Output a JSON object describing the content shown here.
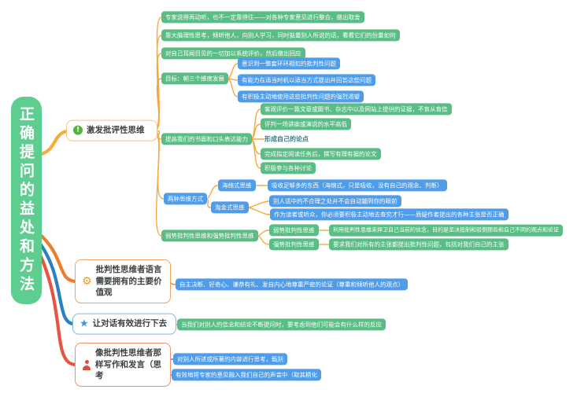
{
  "root": {
    "label": "正确提问的益处和方法"
  },
  "icons": {
    "exclamation_glyph": "!",
    "gear_glyph": "⚙",
    "star_glyph": "★"
  },
  "colors": {
    "root_fill": "#5ecd90",
    "green_node": "#5abd85",
    "blue_node": "#4f9ce8",
    "branch1_accent": "#f6ab3c",
    "branch2_accent": "#ee7c2e",
    "branch3_accent": "#2e80c4",
    "branch4_accent": "#e65540"
  },
  "b1": {
    "label": "激发批评性思维",
    "icon": "exclamation-circle-icon",
    "k1": "专家说得再动听，也不一定靠得住——对各种专家意见进行整合，做出取舍",
    "k2": "靠大脑理性思考，倾听他人，向别人学习，同时掂量别人所说的话，看看它们的份量如何",
    "k3": "对自己耳闻目见的一切加以系统评价，然后做出回应",
    "goal": {
      "label": "目标：朝三个维度发展",
      "k1": "意识到一整套环环相扣的批判性问题",
      "k2": "有能力在适当时机以适当方式提出并回答这些问题",
      "k3": "有积极主动地使用这些批判性问题的强烈渴望"
    },
    "express": {
      "label": "提高我们的书面和口头表达能力",
      "k1": "客观评价一篇文章或图书、杂志中以及网站上提供的证据，不盲从盲信",
      "k2": "评判一场讲座或演说的水平高低",
      "k3": "形成自己的论点",
      "k4": "完成指定阅读任务后，撰写有理有据的论文",
      "k5": "积极参与各种讨论"
    },
    "modes": {
      "label": "两种思维方式",
      "sponge": {
        "label": "海绵式思维",
        "k1": "吸收足够多的东西（海绵式，只是吸收，没有自己的观念、判断）"
      },
      "gold": {
        "label": "淘金式思维",
        "k1": "别人话中的不合理之处并不会自动蹦到你的眼前",
        "k2": "作为读者或听众，你必须要积极主动地去查究才行——质疑作者提出的各种主张是否正确"
      }
    },
    "wkstr": {
      "label": "弱势批判性思维和强势批判性思维",
      "weak": {
        "label": "弱势批判性思维",
        "k1": "利用批判性思维来捍卫自己当前的信念，目的是坚决抵制和驳倒那些和自己不同的观点和论证"
      },
      "strong": {
        "label": "强势批判性思维",
        "k1": "要求我们对所有的主张都提出批判性问题，包括对我们自己的主张"
      }
    }
  },
  "b2": {
    "label": "批判性思维者语言需要拥有的主要价值观",
    "icon": "gear-icon",
    "k1": "自主决断、好奇心、谦恭有礼、发自内心地尊重严密的论证（尊重和倾听他人的观点）"
  },
  "b3": {
    "label": "让对话有效进行下去",
    "icon": "star-icon",
    "k1": "当我们对别人的信念和结论不断提问时，要考虑到他们可能会有什么样的反应"
  },
  "b4": {
    "label": "像批判性思维者那样写作和发言（思考",
    "icon": "person-icon",
    "k1": "对别人所述或所著的内容进行思考，甄别",
    "k2": "有效地将专家的意见融入我们自己的声音中（取其精化"
  }
}
